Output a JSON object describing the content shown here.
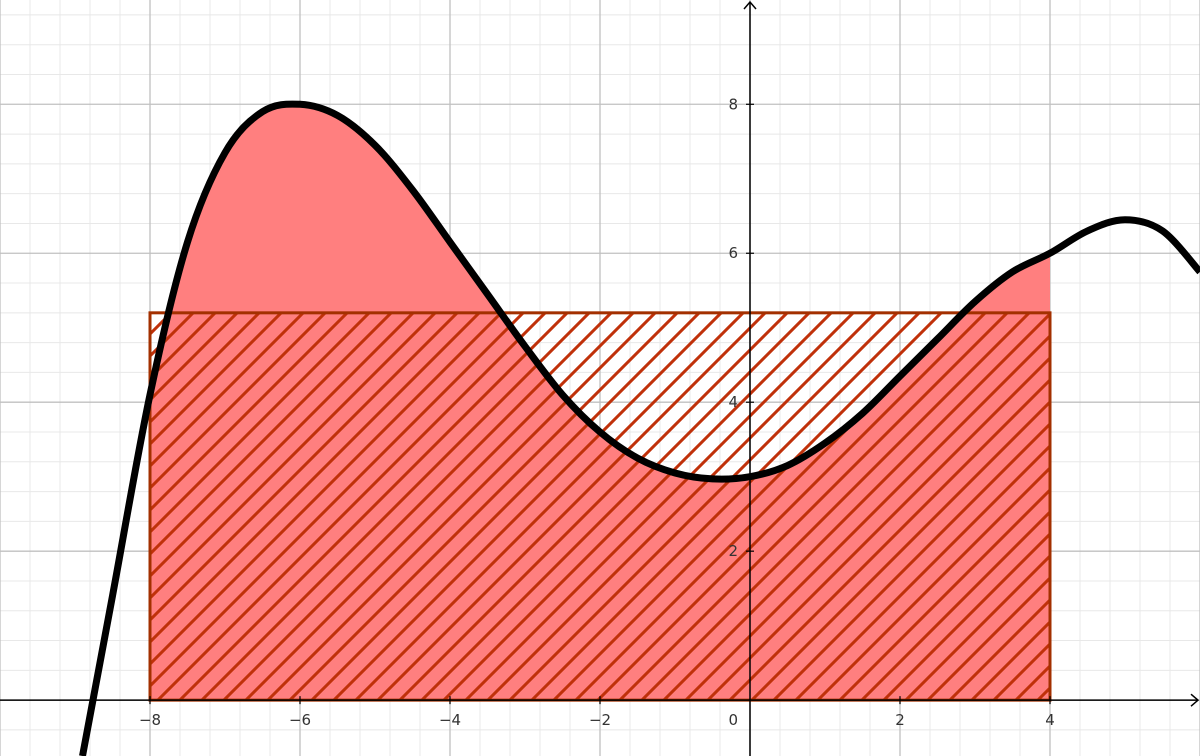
{
  "chart_data": {
    "type": "area",
    "title": "",
    "xlabel": "",
    "ylabel": "",
    "xlim": [
      -10,
      6
    ],
    "ylim": [
      -0.75,
      9.4
    ],
    "grid": true,
    "x_major_step": 2,
    "y_major_step": 2,
    "minor_subdivisions": 5,
    "x_tick_labels": [
      {
        "value": -8,
        "text": "−8"
      },
      {
        "value": -6,
        "text": "−6"
      },
      {
        "value": -4,
        "text": "−4"
      },
      {
        "value": -2,
        "text": "−2"
      },
      {
        "value": 2,
        "text": "2"
      },
      {
        "value": 4,
        "text": "4"
      }
    ],
    "y_tick_labels": [
      {
        "value": 2,
        "text": "2"
      },
      {
        "value": 4,
        "text": "4"
      },
      {
        "value": 6,
        "text": "6"
      },
      {
        "value": 8,
        "text": "8"
      }
    ],
    "origin_label": "0",
    "curve": {
      "name": "",
      "color": "#000000",
      "x": [
        -8.9,
        -8.5,
        -8.0,
        -7.5,
        -7.0,
        -6.5,
        -6.0,
        -5.5,
        -5.0,
        -4.5,
        -4.0,
        -3.5,
        -3.0,
        -2.5,
        -2.0,
        -1.5,
        -1.0,
        -0.5,
        0.0,
        0.5,
        1.0,
        1.5,
        2.0,
        2.5,
        3.0,
        3.5,
        4.0,
        4.5,
        5.0,
        5.5,
        6.0
      ],
      "y": [
        -0.75,
        1.4,
        4.1,
        6.15,
        7.35,
        7.9,
        8.0,
        7.85,
        7.45,
        6.85,
        6.15,
        5.45,
        4.75,
        4.1,
        3.6,
        3.25,
        3.05,
        2.97,
        3.0,
        3.15,
        3.45,
        3.85,
        4.35,
        4.85,
        5.35,
        5.75,
        6.0,
        6.3,
        6.45,
        6.3,
        5.75
      ]
    },
    "integral_region": {
      "x_from": -8,
      "x_to": 4,
      "fill": "#ff7f7f"
    },
    "mean_value_rectangle": {
      "x_from": -8,
      "x_to": 4,
      "height": 5.2,
      "stroke": "#a33000",
      "hatch": "#c0310a"
    }
  }
}
